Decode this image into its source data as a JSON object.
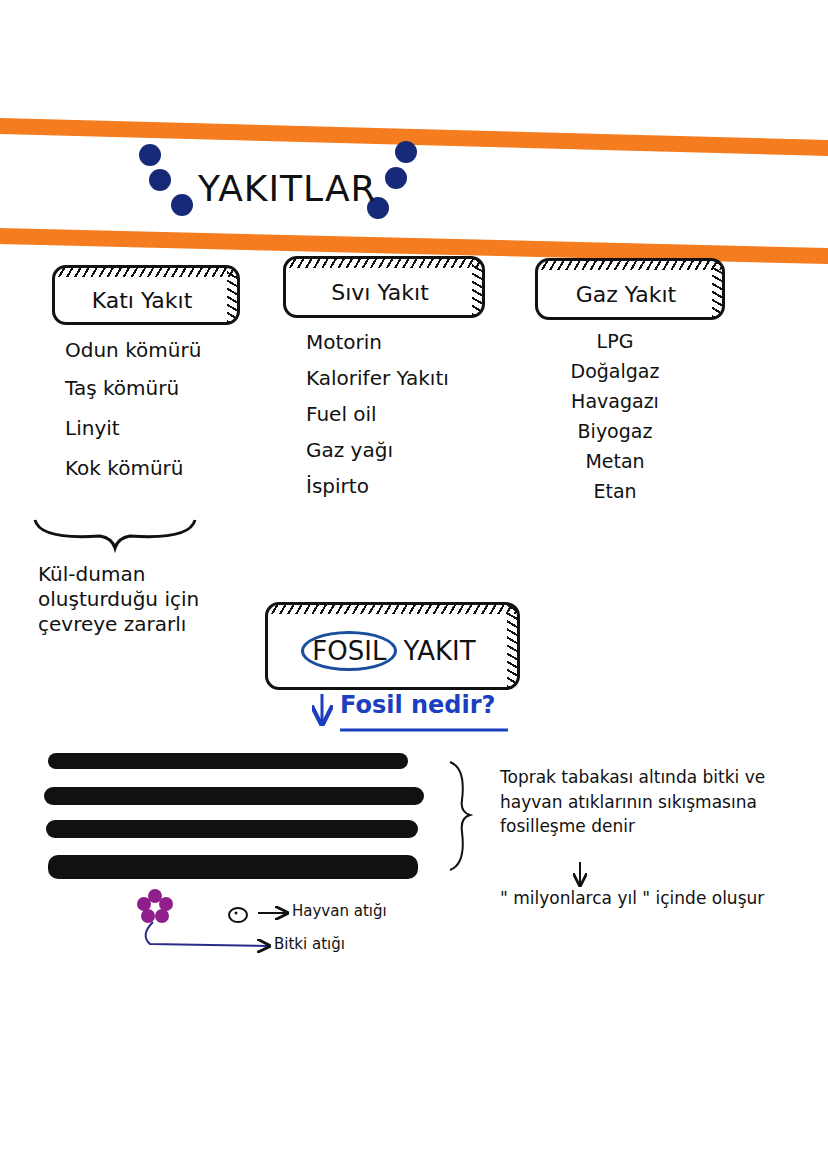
{
  "diagram": {
    "title": "YAKITLAR",
    "nodes": [
      {
        "text": [
          "Katı Yakıt"
        ]
      },
      {
        "text": [
          "Sıvı Yakıt"
        ]
      },
      {
        "text": [
          "Gaz Yakıt"
        ]
      },
      {
        "text": [
          "FOSIL",
          "YAKIT"
        ]
      }
    ],
    "labels": [
      "Odun kömürü",
      "Taş kömürü",
      "Linyit",
      "Kok kömürü",
      "Motorin",
      "Kalorifer Yakıtı",
      "Fuel oil",
      "Gaz yağı",
      "İspirto",
      "LPG",
      "Doğalgaz",
      "Havagazı",
      "Biyogaz",
      "Metan",
      "Etan",
      "Kül-duman oluşturduğu için çevreye zararlı",
      "Fosil nedir?",
      "Toprak tabakası altında bitki ve hayvan atıklarının sıkışmasına fosilleşme denir",
      "\" milyonlarca yıl \" içinde oluşur",
      "Hayvan atığı",
      "Bitki atığı"
    ]
  }
}
